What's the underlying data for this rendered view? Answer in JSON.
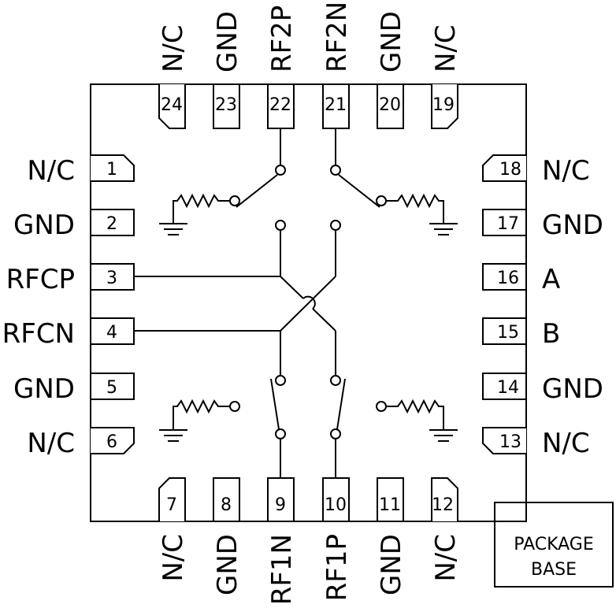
{
  "pins": {
    "left": [
      {
        "num": "1",
        "label": "N/C"
      },
      {
        "num": "2",
        "label": "GND"
      },
      {
        "num": "3",
        "label": "RFCP"
      },
      {
        "num": "4",
        "label": "RFCN"
      },
      {
        "num": "5",
        "label": "GND"
      },
      {
        "num": "6",
        "label": "N/C"
      }
    ],
    "bottom": [
      {
        "num": "7",
        "label": "N/C"
      },
      {
        "num": "8",
        "label": "GND"
      },
      {
        "num": "9",
        "label": "RF1N"
      },
      {
        "num": "10",
        "label": "RF1P"
      },
      {
        "num": "11",
        "label": "GND"
      },
      {
        "num": "12",
        "label": "N/C"
      }
    ],
    "right": [
      {
        "num": "13",
        "label": "N/C"
      },
      {
        "num": "14",
        "label": "GND"
      },
      {
        "num": "15",
        "label": "B"
      },
      {
        "num": "16",
        "label": "A"
      },
      {
        "num": "17",
        "label": "GND"
      },
      {
        "num": "18",
        "label": "N/C"
      }
    ],
    "top": [
      {
        "num": "19",
        "label": "N/C"
      },
      {
        "num": "20",
        "label": "GND"
      },
      {
        "num": "21",
        "label": "RF2N"
      },
      {
        "num": "22",
        "label": "RF2P"
      },
      {
        "num": "23",
        "label": "GND"
      },
      {
        "num": "24",
        "label": "N/C"
      }
    ]
  },
  "package_base": {
    "line1": "PACKAGE",
    "line2": "BASE"
  }
}
